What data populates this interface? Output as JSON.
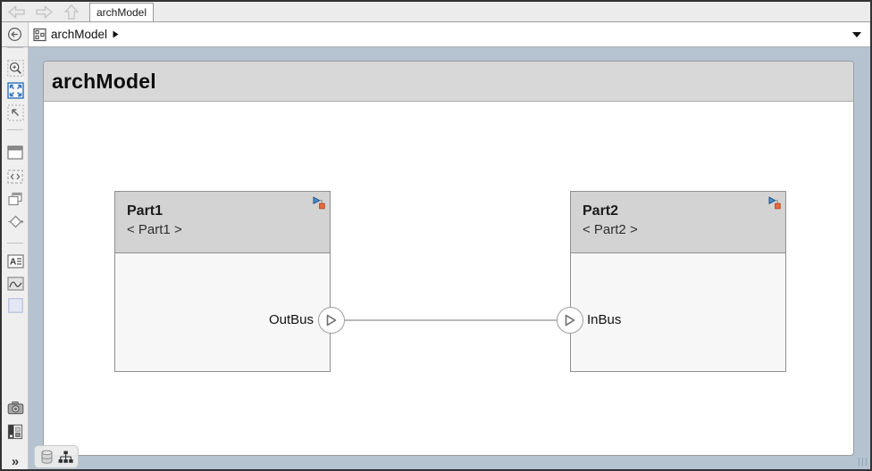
{
  "titlebar": {
    "tab_label": "archModel"
  },
  "breadcrumb": {
    "model_label": "archModel"
  },
  "toolbar": {
    "expand_label": "»",
    "items": [
      "hide-browser",
      "zoom-in",
      "fit-to-view",
      "select-region",
      "subsystem",
      "code-block",
      "duplicate",
      "signal-route",
      "annotation",
      "image",
      "area",
      "screenshot",
      "viewer",
      "expand-more"
    ]
  },
  "canvas": {
    "title": "archModel",
    "components": [
      {
        "name": "Part1",
        "stereotype": "< Part1 >",
        "port": {
          "label": "OutBus",
          "direction": "out",
          "side": "right"
        }
      },
      {
        "name": "Part2",
        "stereotype": "< Part2 >",
        "port": {
          "label": "InBus",
          "direction": "in",
          "side": "left"
        }
      }
    ],
    "connection": {
      "from": "Part1.OutBus",
      "to": "Part2.InBus"
    }
  },
  "colors": {
    "canvas_margin": "#b5c3d1",
    "page_header": "#d8d8d8",
    "component_header": "#d3d3d3",
    "component_body": "#f7f7f7",
    "badge_blue": "#4a90d9",
    "badge_orange": "#e8693c"
  }
}
